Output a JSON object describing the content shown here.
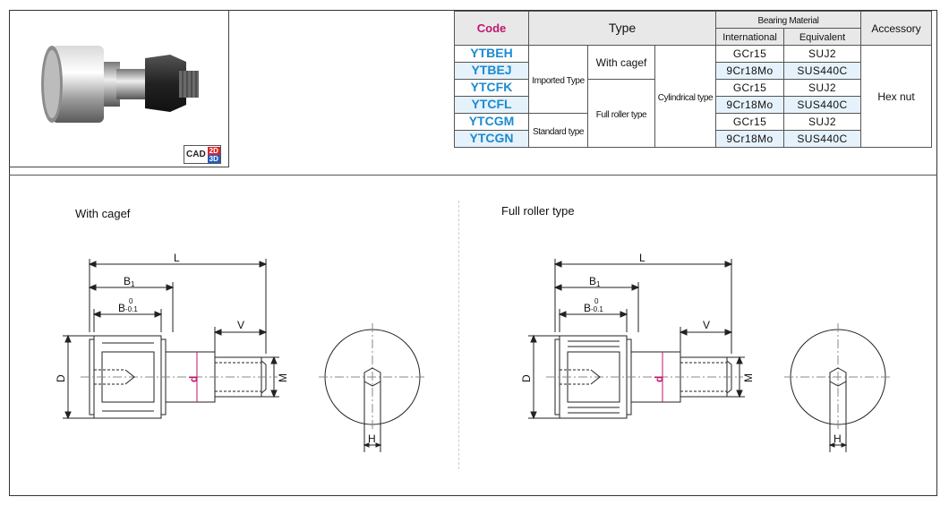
{
  "table": {
    "header": {
      "code": "Code",
      "type": "Type",
      "bearing_material": "Bearing Material",
      "international": "International",
      "equivalent": "Equivalent",
      "accessory": "Accessory"
    },
    "groups": {
      "imported": "Imported Type",
      "standard": "Standard type",
      "with_cagef": "With cagef",
      "full_roller": "Full roller type",
      "cylindrical": "Cylindrical type",
      "hex_nut": "Hex nut"
    },
    "rows": [
      {
        "code": "YTBEH",
        "international": "GCr15",
        "equivalent": "SUJ2"
      },
      {
        "code": "YTBEJ",
        "international": "9Cr18Mo",
        "equivalent": "SUS440C"
      },
      {
        "code": "YTCFK",
        "international": "GCr15",
        "equivalent": "SUJ2"
      },
      {
        "code": "YTCFL",
        "international": "9Cr18Mo",
        "equivalent": "SUS440C"
      },
      {
        "code": "YTCGM",
        "international": "GCr15",
        "equivalent": "SUJ2"
      },
      {
        "code": "YTCGN",
        "international": "9Cr18Mo",
        "equivalent": "SUS440C"
      }
    ]
  },
  "cad_badge": {
    "cad": "CAD",
    "d2": "2D",
    "d3": "3D"
  },
  "drawings": [
    {
      "title": "With cagef",
      "L": "L",
      "B1": "B",
      "B1_sub": "1",
      "B": "B",
      "tol_upper": "0",
      "tol_lower": "-0.1",
      "V": "V",
      "D": "D",
      "d": "d",
      "M": "M",
      "H": "H"
    },
    {
      "title": "Full roller type",
      "L": "L",
      "B1": "B",
      "B1_sub": "1",
      "B": "B",
      "tol_upper": "0",
      "tol_lower": "-0.1",
      "V": "V",
      "D": "D",
      "d": "d",
      "M": "M",
      "H": "H"
    }
  ],
  "colors": {
    "code_header": "#c0166e",
    "code_text": "#1c8ad0",
    "dim_d": "#c0166e",
    "row_shade": "#e6f2fb"
  }
}
